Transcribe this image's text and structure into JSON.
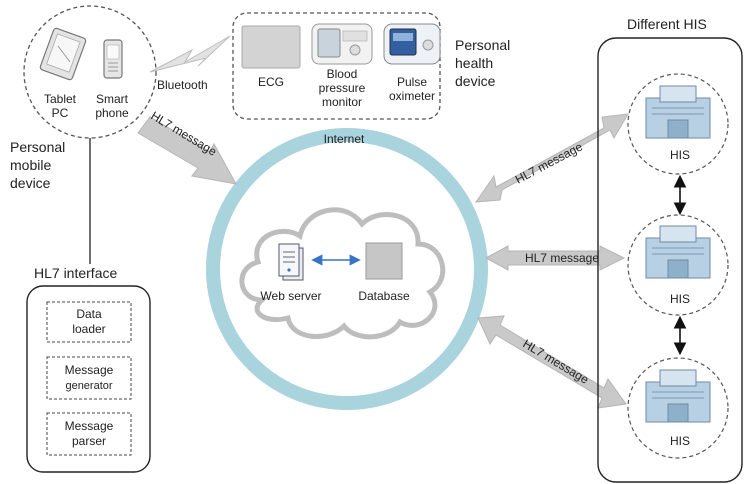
{
  "mobile": {
    "tablet_line1": "Tablet",
    "tablet_line2": "PC",
    "phone_line1": "Smart",
    "phone_line2": "phone",
    "title_line1": "Personal",
    "title_line2": "mobile",
    "title_line3": "device"
  },
  "bluetooth": "Bluetooth",
  "health": {
    "ecg": "ECG",
    "bp_line1": "Blood",
    "bp_line2": "pressure",
    "bp_line3": "monitor",
    "ox_line1": "Pulse",
    "ox_line2": "oximeter",
    "title_line1": "Personal",
    "title_line2": "health",
    "title_line3": "device"
  },
  "internet": {
    "label": "Internet",
    "web_server": "Web server",
    "database": "Database"
  },
  "messages": {
    "mobile_to_internet": "HL7 message",
    "his1": "HL7 message",
    "his2": "HL7 message",
    "his3": "HL7 message"
  },
  "interface": {
    "title": "HL7 interface",
    "loader_line1": "Data",
    "loader_line2": "loader",
    "generator_line1": "Message",
    "generator_line2": "generator",
    "parser_line1": "Message",
    "parser_line2": "parser"
  },
  "his": {
    "title": "Different HIS",
    "node1": "HIS",
    "node2": "HIS",
    "node3": "HIS"
  }
}
